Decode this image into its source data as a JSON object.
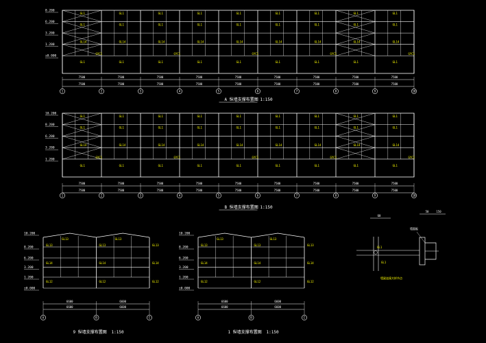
{
  "colors": {
    "background": "#000000",
    "frame": "#ffffff",
    "label": "#ffff00",
    "dimension": "#ffffff"
  },
  "drawings": [
    {
      "id": "A",
      "title": "A 纵墙支撑布置图",
      "scale": "1:150",
      "levels": [
        "8.200",
        "6.200",
        "3.200",
        "1.200",
        "±0.000"
      ],
      "axes": [
        "1",
        "2",
        "3",
        "4",
        "5",
        "6",
        "7",
        "8",
        "9",
        "10"
      ],
      "bay_labels": [
        "GL1",
        "GL1",
        "GL1",
        "GL1",
        "GL1",
        "GL1",
        "GL1",
        "GL1",
        "GL1"
      ],
      "mid_labels": [
        "GL14",
        "GL14",
        "GL14",
        "GL14",
        "GL14",
        "GL14",
        "GL14",
        "GL14",
        "GL14"
      ],
      "low_labels": [
        "GYC1",
        "GYC1",
        "GYC1",
        "GYC1",
        "GYC1"
      ],
      "dims": [
        "7500",
        "7500",
        "7500",
        "7500",
        "7500",
        "7500",
        "7500",
        "7500",
        "7500"
      ]
    },
    {
      "id": "B",
      "title": "B 纵墙支撑布置图",
      "scale": "1:150",
      "levels": [
        "10.200",
        "8.200",
        "6.200",
        "3.200",
        "1.200"
      ],
      "axes": [
        "1",
        "2",
        "3",
        "4",
        "5",
        "6",
        "7",
        "8",
        "9",
        "10"
      ],
      "bay_labels": [
        "GL1",
        "GL1",
        "GL1",
        "GL1",
        "GL1",
        "GL1",
        "GL1",
        "GL1",
        "GL1"
      ],
      "mid_labels": [
        "GL14",
        "GL14",
        "GL14",
        "GL14",
        "GL14",
        "GL14",
        "GL14",
        "GL14",
        "GL14"
      ],
      "low_labels": [
        "GYC1",
        "GYC1",
        "GYC1",
        "GYC1",
        "GYC1"
      ],
      "dims": [
        "7500",
        "7500",
        "7500",
        "7500",
        "7500",
        "7500",
        "7500",
        "7500",
        "7500"
      ]
    },
    {
      "id": "9",
      "title": "9 纵墙支撑布置图",
      "scale": "1:150",
      "levels": [
        "10.200",
        "8.200",
        "6.200",
        "3.200",
        "1.200",
        "±0.000"
      ],
      "axes": [
        "A",
        "B",
        "C"
      ],
      "top_labels": [
        "GL13",
        "GL13",
        "GL13"
      ],
      "mid_labels": [
        "GL14",
        "GL14",
        "GL14"
      ],
      "low_labels": [
        "GL12",
        "GL12",
        "GL12"
      ],
      "dims": [
        "6600",
        "6600",
        "6600"
      ]
    },
    {
      "id": "1",
      "title": "1 纵墙支撑布置图",
      "scale": "1:150",
      "levels": [
        "10.200",
        "8.200",
        "6.200",
        "3.200",
        "1.200",
        "±0.000"
      ],
      "axes": [
        "A",
        "B",
        "C"
      ],
      "top_labels": [
        "GL13",
        "GL13",
        "GL13"
      ],
      "mid_labels": [
        "GL14",
        "GL14",
        "GL14"
      ],
      "low_labels": [
        "GL12",
        "GL12",
        "GL12"
      ],
      "dims": [
        "6600",
        "6600",
        "6600"
      ]
    }
  ],
  "detail": {
    "title": "墙梁连接大样节点",
    "labels": [
      "GL1",
      "GL1",
      "墙面板"
    ],
    "dims": [
      "60",
      "50",
      "150"
    ]
  }
}
